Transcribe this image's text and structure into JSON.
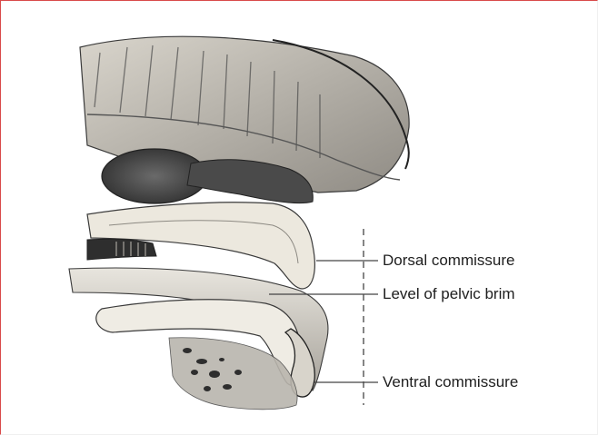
{
  "diagram": {
    "labels": {
      "dorsal_commissure": "Dorsal commissure",
      "pelvic_brim": "Level of pelvic brim",
      "ventral_commissure": "Ventral commissure"
    },
    "colors": {
      "frame_border": "#d94a4a",
      "ink": "#1e1e1e",
      "tissue_light": "#f1eee6",
      "tissue_mid": "#c9c5bc",
      "tissue_dark": "#3c3c3c"
    }
  }
}
